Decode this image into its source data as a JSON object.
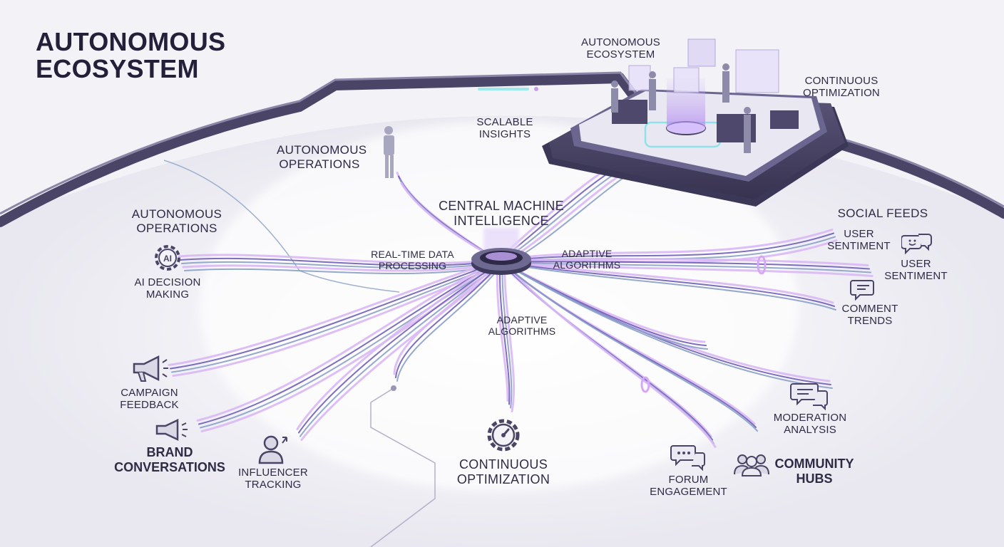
{
  "title": "AUTONOMOUS\nECOSYSTEM",
  "hub": {
    "label": "CENTRAL MACHINE\nINTELLIGENCE"
  },
  "colors": {
    "fiber_a": "#6f5fb8",
    "fiber_b": "#8aa0c8",
    "glow": "#d9b8f5",
    "dark": "#3e3a5c",
    "accent": "#b58cf0"
  },
  "labels": {
    "autonomous_operations_top": "AUTONOMOUS\nOPERATIONS",
    "scalable_insights": "SCALABLE\nINSIGHTS",
    "autonomous_ecosystem": "AUTONOMOUS\nECOSYSTEM",
    "continuous_optimization_top": "CONTINUOUS\nOPTIMIZATION",
    "autonomous_operations_left": "AUTONOMOUS\nOPERATIONS",
    "ai_decision_making": "AI DECISION\nMAKING",
    "realtime_data": "REAL-TIME DATA\nPROCESSING",
    "adaptive_algorithms_right": "ADAPTIVE\nALGORITHMS",
    "adaptive_algorithms_bottom": "ADAPTIVE\nALGORITHMS",
    "social_feeds": "SOCIAL FEEDS",
    "user_sentiment_1": "USER\nSENTIMENT",
    "user_sentiment_2": "USER\nSENTIMENT",
    "comment_trends": "COMMENT\nTRENDS",
    "campaign_feedback": "CAMPAIGN\nFEEDBACK",
    "brand_conversations": "BRAND\nCONVERSATIONS",
    "influencer_tracking": "INFLUENCER\nTRACKING",
    "continuous_optimization_bottom": "CONTINUOUS\nOPTIMIZATION",
    "moderation_analysis": "MODERATION\nANALYSIS",
    "forum_engagement": "FORUM\nENGAGEMENT",
    "community_hubs": "COMMUNITY\nHUBS",
    "ai_chip": "AI"
  },
  "icons": [
    "gear-ai-icon",
    "megaphone-icon",
    "person-icon",
    "gear-gauge-icon",
    "chat-bubbles-icon",
    "smiley-chat-icon",
    "comment-icon",
    "moderation-chat-icon",
    "forum-chat-icon",
    "group-people-icon"
  ]
}
